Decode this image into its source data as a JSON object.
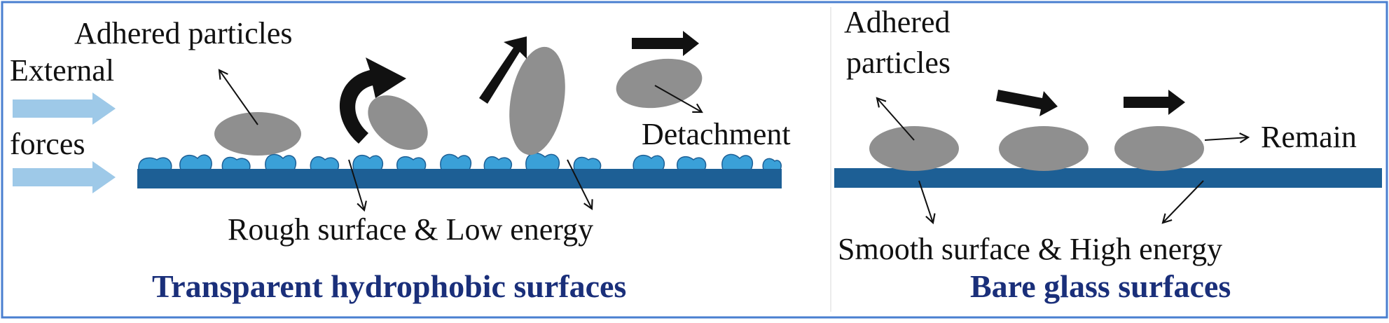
{
  "left_panel": {
    "adhered_label": "Adhered particles",
    "external_label": "External",
    "forces_label": "forces",
    "detachment_label": "Detachment",
    "surface_label": "Rough surface & Low energy",
    "caption": "Transparent hydrophobic surfaces"
  },
  "right_panel": {
    "adhered_label_line1": "Adhered",
    "adhered_label_line2": "particles",
    "remain_label": "Remain",
    "surface_label": "Smooth surface & High energy",
    "caption": "Bare glass surfaces"
  },
  "colors": {
    "frame": "#4a7fd0",
    "substrate": "#1d5f95",
    "rough_bumps": "#3aa0d8",
    "particle": "#8f8f8f",
    "force_arrow": "#9ec9e8",
    "caption_text": "#1a2f7a"
  }
}
